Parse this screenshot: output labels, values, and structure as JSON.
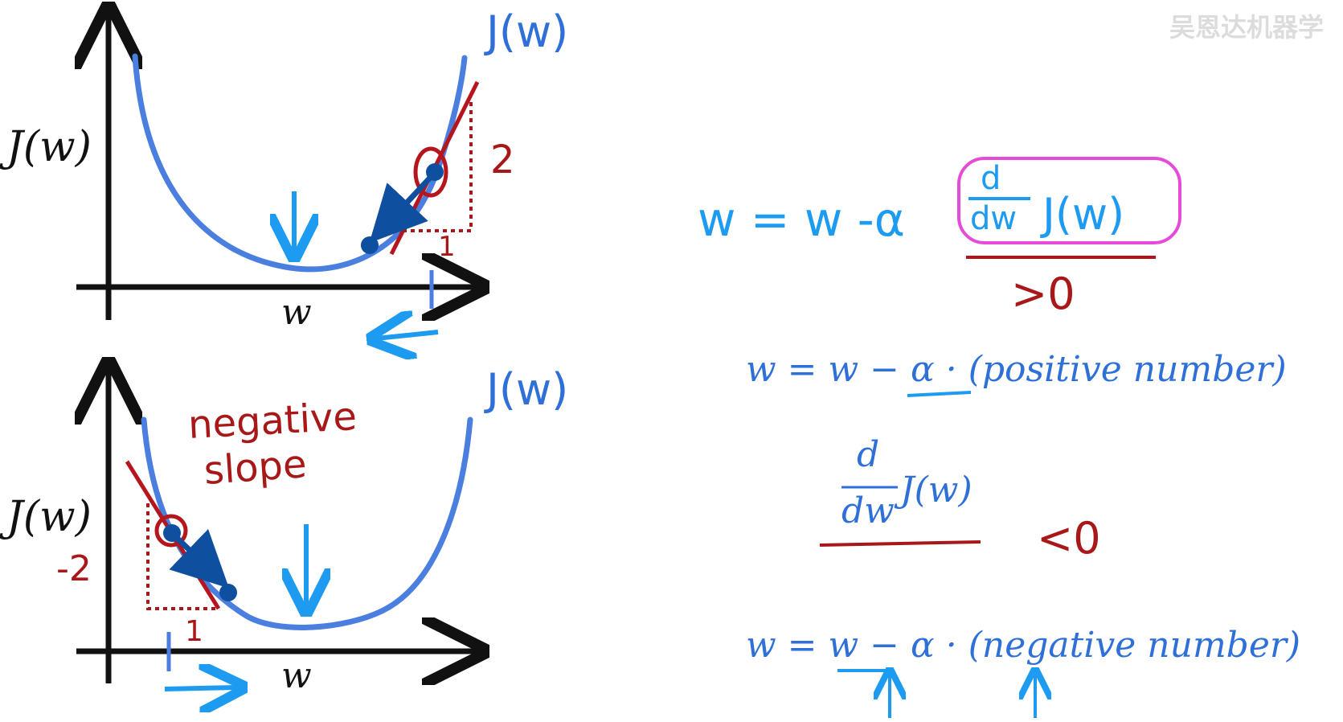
{
  "watermark": "吴恩达机器学",
  "top_graph": {
    "y_axis_label": "J(w)",
    "x_axis_label": "w",
    "curve_label": "J(w)",
    "rise_label": "2",
    "run_label": "1"
  },
  "bottom_graph": {
    "y_axis_label": "J(w)",
    "x_axis_label": "w",
    "curve_label": "J(w)",
    "annotation_line1": "negative",
    "annotation_line2": "slope",
    "rise_label": "-2",
    "run_label": "1"
  },
  "right_panel": {
    "update_rule_lhs": "w = w -α",
    "derivative_numerator": "d",
    "derivative_denominator": "dw",
    "derivative_function": "J(w)",
    "positive_note": ">0",
    "positive_rule_left": "w = w − ",
    "positive_rule_alpha": "α ·",
    "positive_rule_paren": " (positive number)",
    "second_derivative_numerator": "d",
    "second_derivative_denominator": "dw",
    "second_derivative_function": "J(w)",
    "negative_note": "<0",
    "negative_rule_left": "w = ",
    "negative_rule_w": "w",
    "negative_rule_minus": " − ",
    "negative_rule_rest": "α · (negative number)"
  },
  "colors": {
    "curve": "#4a7fe0",
    "arrow": "#1d9bf0",
    "tangent": "#b5161d",
    "dark_blue": "#0e4fa0",
    "highlight_box": "#e64bd7",
    "axis": "#111111"
  }
}
